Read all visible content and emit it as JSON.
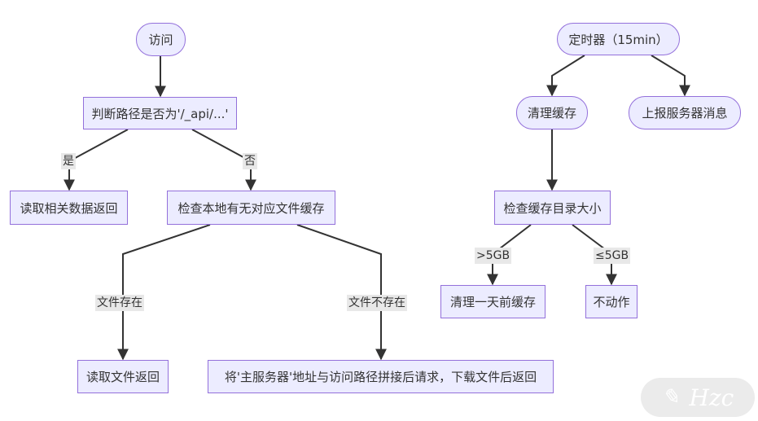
{
  "nodes": {
    "visit": "访问",
    "check_path": "判断路径是否为'/_api/...'",
    "read_data": "读取相关数据返回",
    "check_cache": "检查本地有无对应文件缓存",
    "read_file": "读取文件返回",
    "fetch_remote": "将'主服务器'地址与访问路径拼接后请求，下载文件后返回",
    "timer": "定时器（15min）",
    "clean_cache": "清理缓存",
    "report": "上报服务器消息",
    "check_size": "检查缓存目录大小",
    "clean_old": "清理一天前缓存",
    "no_action": "不动作"
  },
  "edge_labels": {
    "yes": "是",
    "no": "否",
    "file_exists": "文件存在",
    "file_missing": "文件不存在",
    "gt5gb": ">5GB",
    "le5gb": "≤5GB"
  },
  "watermark": {
    "logo": "Hzc"
  },
  "colors": {
    "node_fill": "#ECECFF",
    "node_border": "#9370DB",
    "edge": "#333333",
    "label_bg": "#e8e8e8"
  }
}
